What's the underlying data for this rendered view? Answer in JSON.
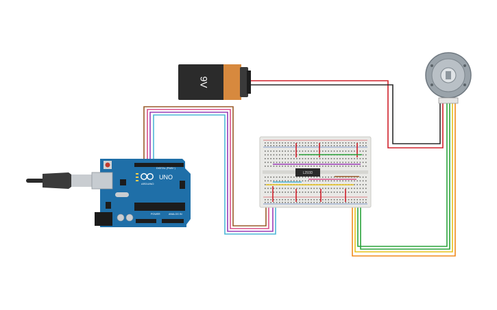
{
  "battery": {
    "label": "9V"
  },
  "arduino": {
    "brand": "ARDUINO",
    "model": "UNO",
    "header_digital": "DIGITAL (PWM~)",
    "header_power": "POWER",
    "header_analog": "ANALOG IN"
  },
  "chip": {
    "label": "L293D"
  },
  "wire_colors": {
    "red": "#d0202a",
    "black": "#2a2a2a",
    "green": "#2aa33a",
    "yellow": "#e8c21a",
    "orange": "#f08a1c",
    "brown": "#9a5a2a",
    "pink": "#d8508a",
    "cyan": "#4cb6d6",
    "purple": "#9b3bb5",
    "board_blue": "#1f6fa8"
  }
}
